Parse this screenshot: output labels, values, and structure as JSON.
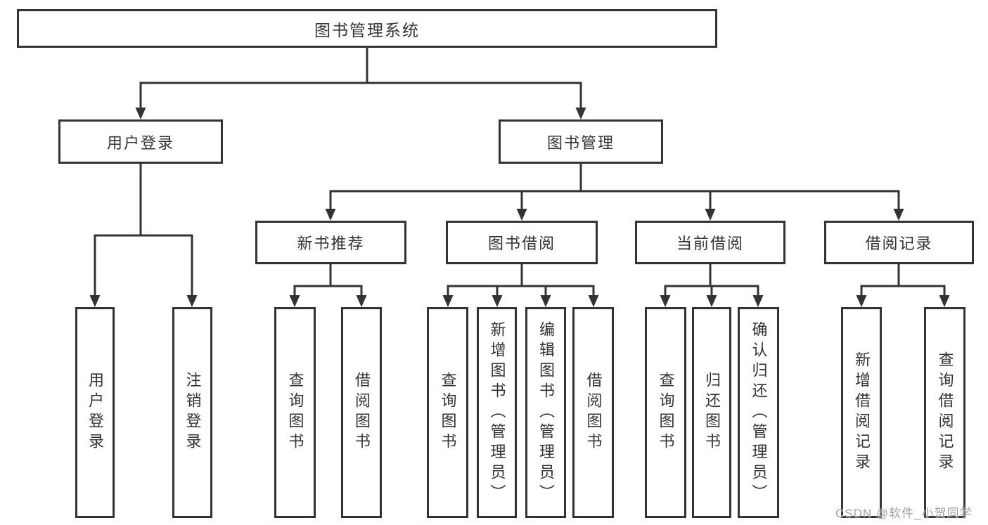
{
  "tree": {
    "label": "图书管理系统",
    "children": [
      {
        "label": "用户登录",
        "children": [
          {
            "label": "用户登录"
          },
          {
            "label": "注销登录"
          }
        ]
      },
      {
        "label": "图书管理",
        "children": [
          {
            "label": "新书推荐",
            "children": [
              {
                "label": "查询图书"
              },
              {
                "label": "借阅图书"
              }
            ]
          },
          {
            "label": "图书借阅",
            "children": [
              {
                "label": "查询图书"
              },
              {
                "label": "新增图书（管理员）"
              },
              {
                "label": "编辑图书（管理员）"
              },
              {
                "label": "借阅图书"
              }
            ]
          },
          {
            "label": "当前借阅",
            "children": [
              {
                "label": "查询图书"
              },
              {
                "label": "归还图书"
              },
              {
                "label": "确认归还（管理员）"
              }
            ]
          },
          {
            "label": "借阅记录",
            "children": [
              {
                "label": "新增借阅记录"
              },
              {
                "label": "查询借阅记录"
              }
            ]
          }
        ]
      }
    ]
  },
  "watermark": "CSDN @软件_小贺同学",
  "colors": {
    "stroke": "#333333",
    "box_background": "#ffffff",
    "watermark_text": "#9b9b9b"
  }
}
